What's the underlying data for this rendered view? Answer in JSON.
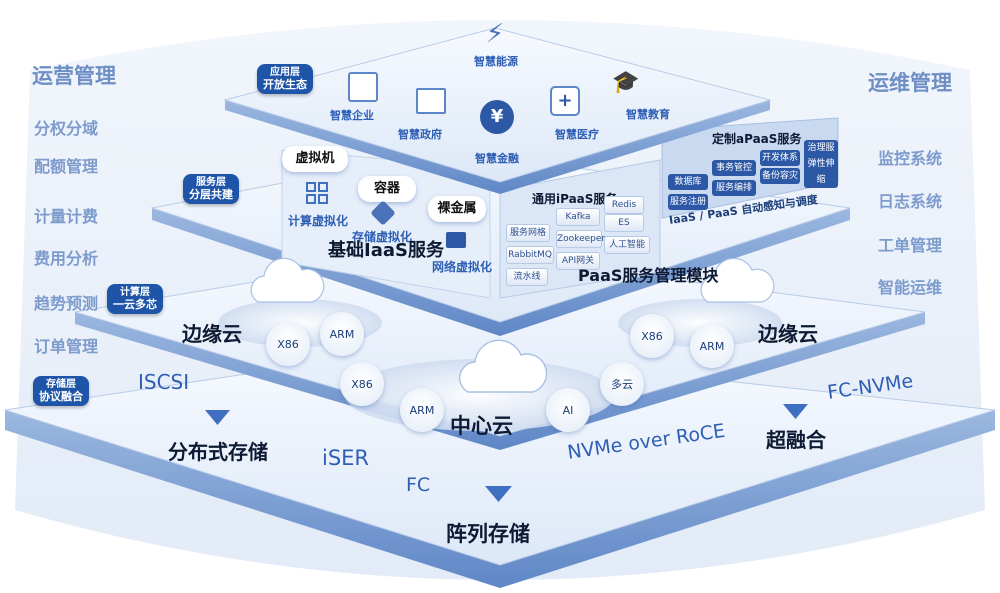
{
  "left_panel": {
    "title": "运营管理",
    "items": [
      "分权分域",
      "配额管理",
      "计量计费",
      "费用分析",
      "趋势预测",
      "订单管理"
    ]
  },
  "right_panel": {
    "title": "运维管理",
    "items": [
      "监控系统",
      "日志系统",
      "工单管理",
      "智能运维"
    ]
  },
  "layer_tags": {
    "app": {
      "line1": "应用层",
      "line2": "开放生态"
    },
    "service": {
      "line1": "服务层",
      "line2": "分层共建"
    },
    "compute": {
      "line1": "计算层",
      "line2": "一云多芯"
    },
    "storage": {
      "line1": "存储层",
      "line2": "协议融合"
    }
  },
  "app_layer": {
    "items": [
      "智慧企业",
      "智慧政府",
      "智慧能源",
      "智慧金融",
      "智慧医疗",
      "智慧教育"
    ]
  },
  "service_layer": {
    "iaas": {
      "tabs": [
        "虚拟机",
        "容器",
        "裸金属"
      ],
      "virt": [
        "计算虚拟化",
        "存储虚拟化",
        "网络虚拟化"
      ],
      "title": "基础IaaS服务"
    },
    "ipaas": {
      "title": "通用iPaaS服务",
      "chips": [
        "服务网格",
        "Kafka",
        "Redis",
        "RabbitMQ",
        "Zookeeper",
        "ES",
        "API网关",
        "人工智能",
        "流水线"
      ]
    },
    "apaas": {
      "title": "定制aPaaS服务",
      "chips": [
        "数据库",
        "事务管控",
        "开发体系",
        "治理服务",
        "服务注册",
        "服务编排",
        "备份容灾",
        "弹性伸缩"
      ]
    },
    "auto_label": "IaaS / PaaS 自动感知与调度",
    "paas_title": "PaaS服务管理模块"
  },
  "compute_layer": {
    "edge_left": {
      "label": "边缘云",
      "chips": [
        "X86",
        "ARM"
      ]
    },
    "edge_right": {
      "label": "边缘云",
      "chips": [
        "X86",
        "ARM"
      ]
    },
    "center": {
      "label": "中心云",
      "chips": [
        "X86",
        "ARM",
        "AI",
        "多云"
      ]
    }
  },
  "storage_layer": {
    "protocols": [
      "ISCSI",
      "iSER",
      "FC",
      "NVMe over RoCE",
      "FC-NVMe"
    ],
    "storage_types": [
      "分布式存储",
      "阵列存储",
      "超融合"
    ]
  }
}
